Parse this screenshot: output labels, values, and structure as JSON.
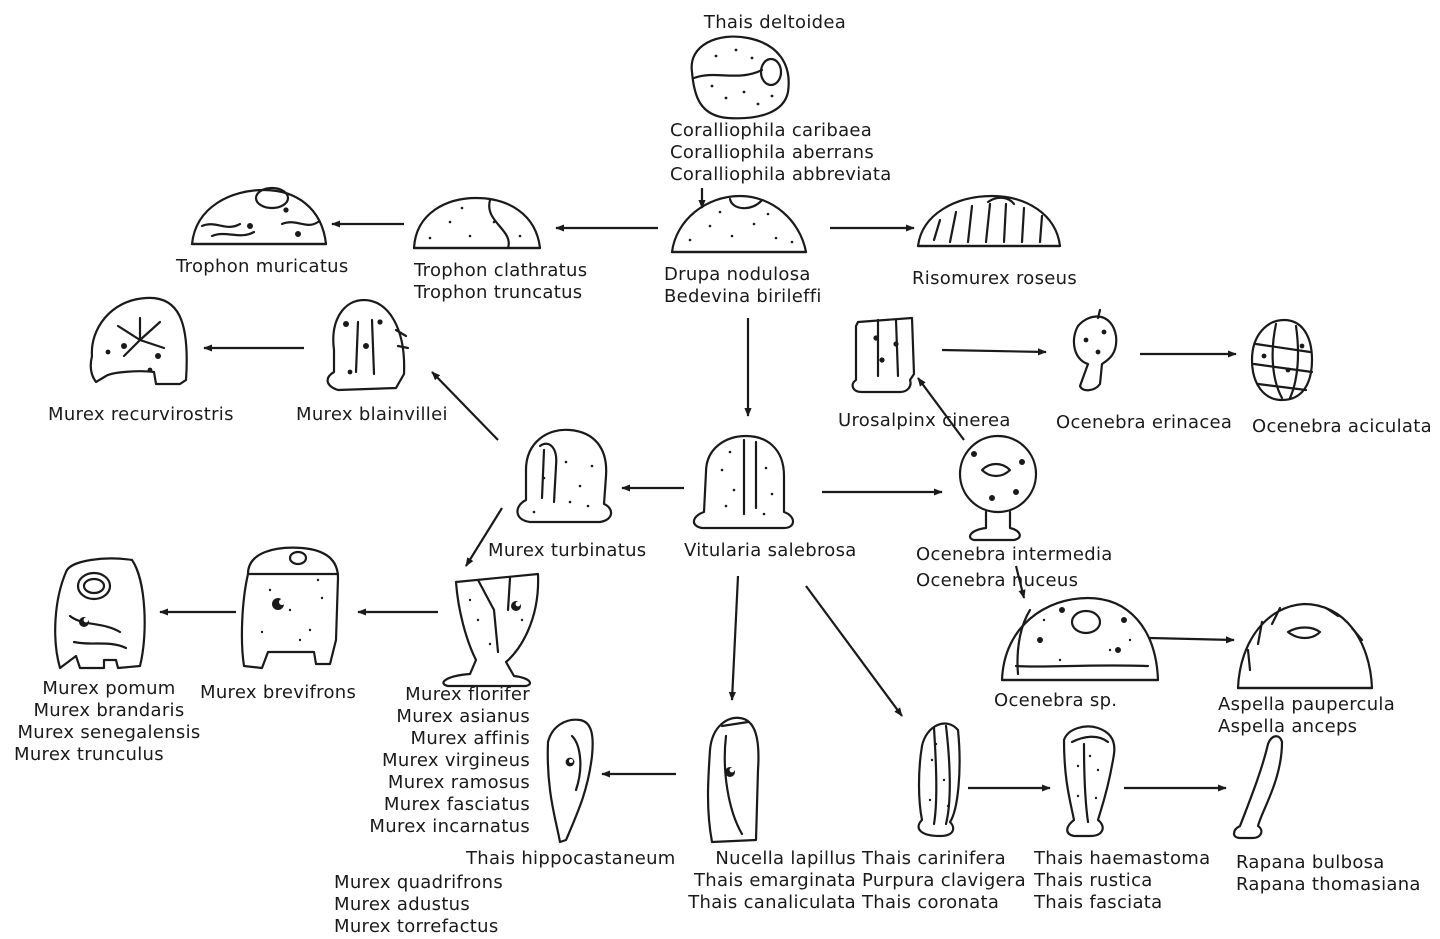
{
  "colors": {
    "ink": "#1a1a1a",
    "paper": "#ffffff"
  },
  "labels": {
    "thais_deltoidea": "Thais deltoidea",
    "coralliophila_caribaea": "Coralliophila caribaea",
    "coralliophila_aberrans": "Coralliophila aberrans",
    "coralliophila_abbreviata": "Coralliophila abbreviata",
    "drupa_nodulosa": "Drupa nodulosa",
    "bedevina_birileffi": "Bedevina birileffi",
    "risomurex_roseus": "Risomurex roseus",
    "trophon_clathratus": "Trophon clathratus",
    "trophon_truncatus": "Trophon truncatus",
    "trophon_muricatus": "Trophon muricatus",
    "murex_recurvirostris": "Murex recurvirostris",
    "murex_blainvillei": "Murex blainvillei",
    "urosalpinx_cinerea": "Urosalpinx cinerea",
    "ocenebra_erinacea": "Ocenebra erinacea",
    "ocenebra_aciculata": "Ocenebra aciculata",
    "murex_turbinatus": "Murex turbinatus",
    "vitularia_salebrosa": "Vitularia salebrosa",
    "ocenebra_intermedia": "Ocenebra intermedia",
    "ocenebra_nuceus": "Ocenebra nuceus",
    "ocenebra_sp": "Ocenebra sp.",
    "aspella_paupercula": "Aspella paupercula",
    "aspella_anceps": "Aspella anceps",
    "murex_pomum": "Murex pomum",
    "murex_brandaris": "Murex brandaris",
    "murex_senegalensis": "Murex senegalensis",
    "murex_trunculus": "Murex trunculus",
    "murex_brevifrons": "Murex brevifrons",
    "murex_florifer": "Murex florifer",
    "murex_asianus": "Murex asianus",
    "murex_affinis": "Murex affinis",
    "murex_virgineus": "Murex virgineus",
    "murex_ramosus": "Murex ramosus",
    "murex_fasciatus": "Murex fasciatus",
    "murex_incarnatus": "Murex incarnatus",
    "thais_hippocastaneum": "Thais hippocastaneum",
    "murex_quadrifrons": "Murex quadrifrons",
    "murex_adustus": "Murex adustus",
    "murex_torrefactus": "Murex torrefactus",
    "nucella_lapillus": "Nucella lapillus",
    "thais_emarginata": "Thais emarginata",
    "thais_canaliculata": "Thais canaliculata",
    "thais_carinifera": "Thais carinifera",
    "purpura_clavigera": "Purpura clavigera",
    "thais_coronata": "Thais coronata",
    "thais_haemastoma": "Thais haemastoma",
    "thais_rustica": "Thais rustica",
    "thais_fasciata": "Thais fasciata",
    "rapana_bulbosa": "Rapana bulbosa",
    "rapana_thomasiana": "Rapana thomasiana"
  },
  "edges": [
    {
      "from": "thais_deltoidea",
      "to": "drupa_nodulosa"
    },
    {
      "from": "drupa_nodulosa",
      "to": "trophon_clathratus"
    },
    {
      "from": "trophon_clathratus",
      "to": "trophon_muricatus"
    },
    {
      "from": "drupa_nodulosa",
      "to": "risomurex_roseus"
    },
    {
      "from": "drupa_nodulosa",
      "to": "vitularia_salebrosa"
    },
    {
      "from": "murex_blainvillei",
      "to": "murex_recurvirostris"
    },
    {
      "from": "murex_turbinatus",
      "to": "murex_blainvillei"
    },
    {
      "from": "vitularia_salebrosa",
      "to": "murex_turbinatus"
    },
    {
      "from": "vitularia_salebrosa",
      "to": "ocenebra_intermedia"
    },
    {
      "from": "ocenebra_intermedia",
      "to": "urosalpinx_cinerea"
    },
    {
      "from": "urosalpinx_cinerea",
      "to": "ocenebra_erinacea"
    },
    {
      "from": "ocenebra_erinacea",
      "to": "ocenebra_aciculata"
    },
    {
      "from": "ocenebra_intermedia",
      "to": "ocenebra_sp"
    },
    {
      "from": "ocenebra_sp",
      "to": "aspella_paupercula"
    },
    {
      "from": "murex_turbinatus",
      "to": "murex_florifer"
    },
    {
      "from": "murex_florifer",
      "to": "murex_brevifrons"
    },
    {
      "from": "murex_brevifrons",
      "to": "murex_pomum"
    },
    {
      "from": "vitularia_salebrosa",
      "to": "nucella_lapillus"
    },
    {
      "from": "nucella_lapillus",
      "to": "thais_hippocastaneum"
    },
    {
      "from": "vitularia_salebrosa",
      "to": "thais_carinifera"
    },
    {
      "from": "thais_carinifera",
      "to": "thais_haemastoma"
    },
    {
      "from": "thais_haemastoma",
      "to": "rapana_bulbosa"
    }
  ]
}
